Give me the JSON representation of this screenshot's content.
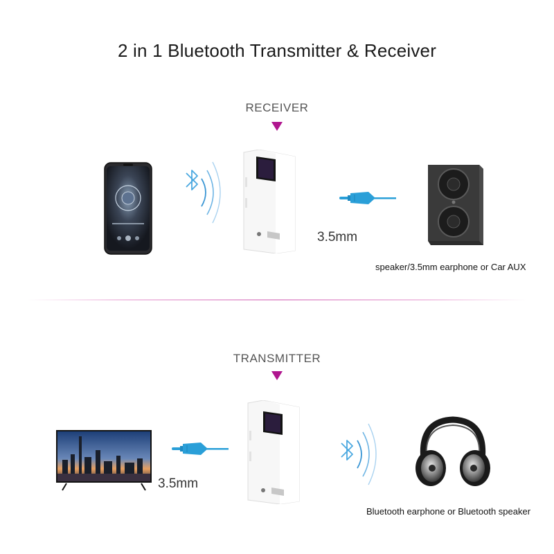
{
  "title": "2 in 1 Bluetooth Transmitter & Receiver",
  "receiver": {
    "label": "RECEIVER",
    "cable_length": "3.5mm",
    "output_caption": "speaker/3.5mm earphone or Car AUX"
  },
  "transmitter": {
    "label": "TRANSMITTER",
    "cable_length": "3.5mm",
    "output_caption": "Bluetooth earphone or Bluetooth speaker"
  },
  "icons": {
    "bluetooth": "bluetooth-icon",
    "signal": "wireless-signal-icon",
    "marker": "triangle-down-icon"
  },
  "colors": {
    "accent": "#b0168f",
    "cable": "#2a9fd8",
    "bluetooth": "#4aa8e0"
  }
}
